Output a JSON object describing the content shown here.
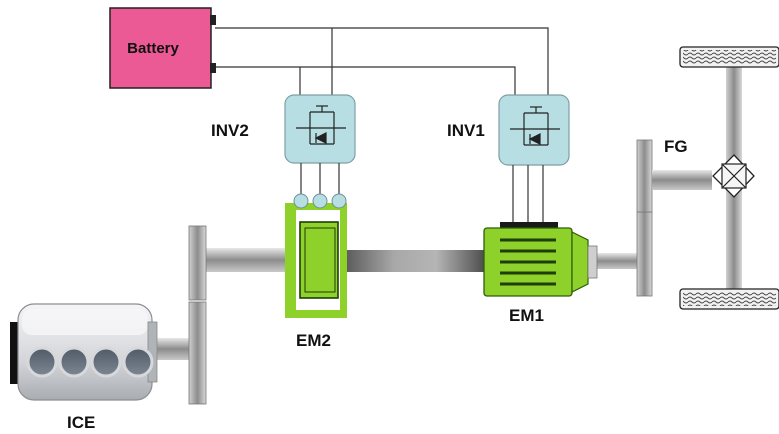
{
  "diagram": {
    "labels": {
      "battery": "Battery",
      "inv1": "INV1",
      "inv2": "INV2",
      "em1": "EM1",
      "em2": "EM2",
      "ice": "ICE",
      "fg": "FG"
    },
    "colors": {
      "battery_fill": "#ec5a95",
      "inverter_fill": "#b7dfe3",
      "motor_green": "#8ed12a",
      "motor_dark": "#3d7d0c",
      "shaft_gray": "#9a9a9a",
      "wire": "#333333",
      "engine_body": "#d9dadd",
      "tire_fill": "#f2f2f2"
    }
  }
}
